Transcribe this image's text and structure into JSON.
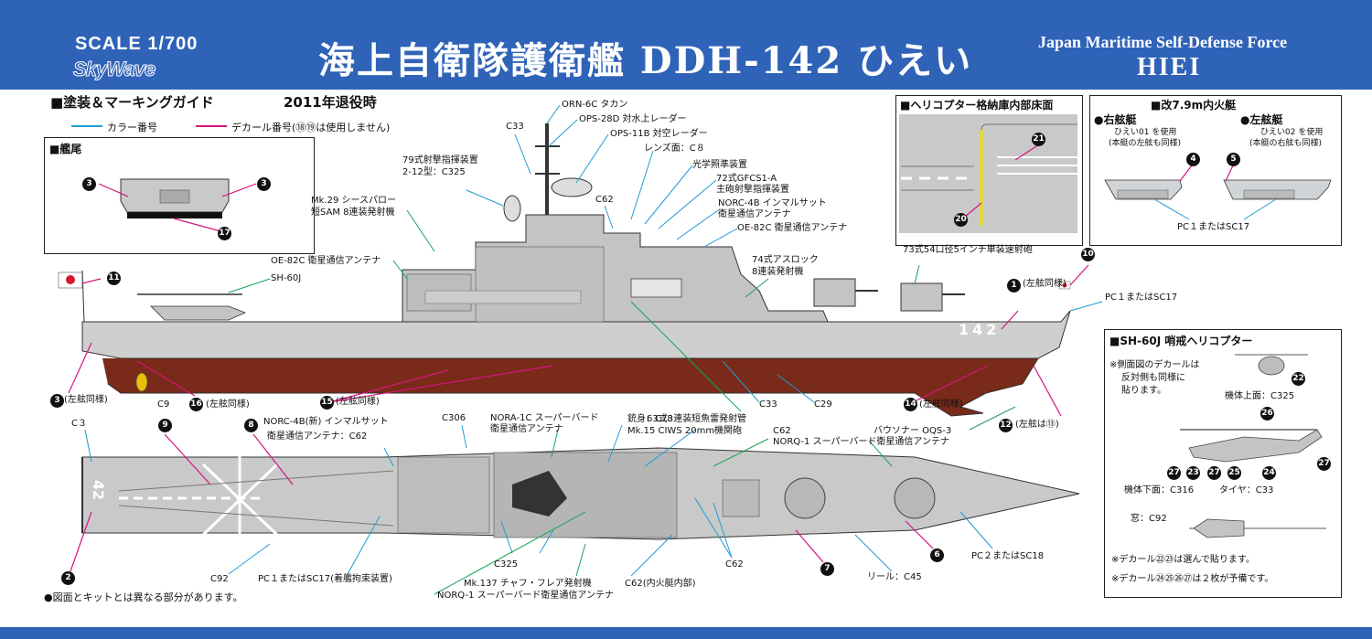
{
  "header": {
    "scale": "SCALE 1/700",
    "brand": "SkyWave",
    "title": "海上自衛隊護衛艦 DDH-142 ひえい",
    "subtitle_en": "Japan Maritime Self-Defense Force",
    "name_en": "HIEI"
  },
  "guide": {
    "title": "■塗装＆マーキングガイド",
    "period": "2011年退役時",
    "legend_color": "カラー番号",
    "legend_decal": "デカール番号(⑱⑲は使用しません)"
  },
  "stern_box": {
    "title": "■艦尾",
    "numbers": [
      "3",
      "3",
      "17"
    ]
  },
  "hangar_box": {
    "title": "■ヘリコプター格納庫内部床面",
    "numbers": [
      "21",
      "20"
    ]
  },
  "boat_box": {
    "title": "■改7.9m内火艇",
    "starboard_title": "●右舷艇",
    "starboard_use": "ひえい01 を使用",
    "starboard_note": "(本艇の左舷も同様)",
    "port_title": "●左舷艇",
    "port_use": "ひえい02 を使用",
    "port_note": "(本艇の右舷も同様)",
    "color": "PC１またはSC17",
    "numbers": [
      "4",
      "5"
    ]
  },
  "heli_box": {
    "title": "■SH-60J 哨戒ヘリコプター",
    "note1": "※側面図のデカールは",
    "note2": "反対側も同様に",
    "note3": "貼ります。",
    "top_color": "機体上面：C325",
    "bottom_color": "機体下面：C316",
    "tire": "タイヤ：C33",
    "window": "窓：C92",
    "note4": "※デカール㉒㉓は選んで貼ります。",
    "note5": "※デカール㉔㉕㉖㉗は２枚が予備です。",
    "numbers": [
      "22",
      "26",
      "27",
      "23",
      "27",
      "25",
      "24",
      "27"
    ]
  },
  "side_labels": {
    "orn6c": "ORN-6C タカン",
    "ops28d": "OPS-28D 対水上レーダー",
    "ops11b": "OPS-11B 対空レーダー",
    "lens": "レンズ面：C８",
    "optical": "光学照準装置",
    "gfcs1": "72式GFCS1-A",
    "gfcs2": "主砲射撃指揮装置",
    "norc4b_1": "NORC-4B インマルサット",
    "norc4b_2": "衛星通信アンテナ",
    "oe82c_r": "OE-82C 衛星通信アンテナ",
    "c33_mast": "C33",
    "c62_mast": "C62",
    "fcs79_1": "79式射撃指揮装置",
    "fcs79_2": "2-12型：C325",
    "sparrow1": "Mk.29 シースパロー",
    "sparrow2": "短SAM 8連装発射機",
    "oe82c_l": "OE-82C 衛星通信アンテナ",
    "sh60j": "SH-60J",
    "asroc1": "74式アスロック",
    "asroc2": "8連装発射機",
    "gun": "73式54口径5インチ単装速射砲",
    "bow_same": "(左舷同様)",
    "pc1_bow": "PC１またはSC17",
    "same3": "(左舷同様)",
    "c9": "C9",
    "same16": "(左舷同様)",
    "same15": "(左舷同様)",
    "torpedo": "63式3連装短魚雷発射管",
    "c33_hull": "C33",
    "c29": "C29",
    "same14": "(左舷同様)",
    "port13": "(左舷は⑬)",
    "numbers": [
      "11",
      "10",
      "1",
      "3",
      "16",
      "15",
      "14",
      "12"
    ],
    "hull_number": "142"
  },
  "top_labels": {
    "c3": "C３",
    "norc4b_new1": "NORC-4B(新) インマルサット",
    "norc4b_new2": "衛星通信アンテナ：C62",
    "c306": "C306",
    "nora1c_1": "NORA-1C スーパーバード",
    "nora1c_2": "衛星通信アンテナ",
    "barrel": "銃身：C28",
    "ciws": "Mk.15 CIWS 20mm機関砲",
    "c62_top": "C62",
    "norq1_a": "NORQ-1 スーパーバード衛星通信アンテナ",
    "sonar": "バウソナー OQS-3",
    "c92": "C92",
    "pc1_deck": "PC１またはSC17(着艦拘束装置)",
    "c325": "C325",
    "mk137": "Mk.137 チャフ・フレア発射機",
    "norq1_b": "NORQ-1 スーパーバード衛星通信アンテナ",
    "c62_boat": "C62(内火艇内部)",
    "c62_deck": "C62",
    "reel": "リール：C45",
    "pc2": "PC２またはSC18",
    "deck_number": "42",
    "numbers": [
      "9",
      "8",
      "2",
      "7",
      "6"
    ]
  },
  "footnote": "●図面とキットとは異なる部分があります。",
  "colors": {
    "blue": "#2f63b8",
    "hull_red": "#7a2a18",
    "gray": "#c9c9c9",
    "leader_cyan": "#1f9bd6",
    "leader_magenta": "#d4157f",
    "leader_green": "#19a35a"
  }
}
